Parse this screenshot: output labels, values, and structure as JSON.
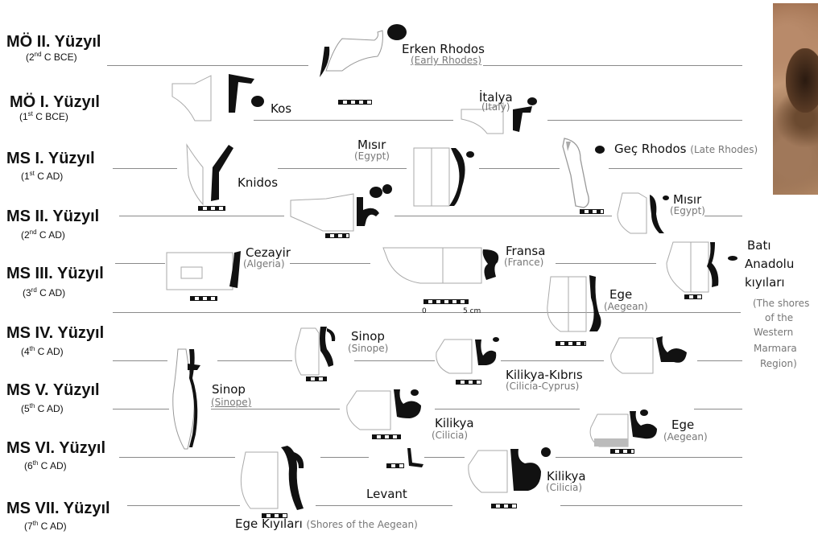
{
  "periods": [
    {
      "name": "MÖ II. Yüzyıl",
      "sub_pre": "(2",
      "sub_sup": "nd",
      "sub_post": " C BCE)"
    },
    {
      "name": "MÖ I. Yüzyıl",
      "sub_pre": "(1",
      "sub_sup": "st",
      "sub_post": " C BCE)"
    },
    {
      "name": "MS I. Yüzyıl",
      "sub_pre": "(1",
      "sub_sup": "st",
      "sub_post": " C AD)"
    },
    {
      "name": "MS II. Yüzyıl",
      "sub_pre": "(2",
      "sub_sup": "nd",
      "sub_post": " C AD)"
    },
    {
      "name": "MS III. Yüzyıl",
      "sub_pre": "(3",
      "sub_sup": "rd",
      "sub_post": " C AD)"
    },
    {
      "name": "MS IV. Yüzyıl",
      "sub_pre": "(4",
      "sub_sup": "th",
      "sub_post": " C AD)"
    },
    {
      "name": "MS V. Yüzyıl",
      "sub_pre": "(5",
      "sub_sup": "th",
      "sub_post": " C AD)"
    },
    {
      "name": "MS VI. Yüzyıl",
      "sub_pre": "(6",
      "sub_sup": "th",
      "sub_post": " C AD)"
    },
    {
      "name": "MS VII. Yüzyıl",
      "sub_pre": "(7",
      "sub_sup": "th",
      "sub_post": " C AD)"
    }
  ],
  "labels": {
    "early_rhodes": "Erken Rhodos",
    "early_rhodes_en": "(Early Rhodes)",
    "kos": "Kos",
    "italy": "İtalya",
    "italy_en": "(Italy)",
    "egypt1": "Mısır",
    "egypt1_en": "(Egypt)",
    "late_rhodes": "Geç Rhodos",
    "late_rhodes_en": "(Late Rhodes)",
    "knidos": "Knidos",
    "egypt2": "Mısır",
    "egypt2_en": "(Egypt)",
    "algeria": "Cezayir",
    "algeria_en": "(Algeria)",
    "france": "Fransa",
    "france_en": "(France)",
    "anatolia_1": "Batı",
    "anatolia_2": "Anadolu",
    "anatolia_3": "kıyıları",
    "anatolia_en_1": "(The shores",
    "anatolia_en_2": "of the",
    "anatolia_en_3": "Western",
    "anatolia_en_4": "Marmara",
    "anatolia_en_5": "Region)",
    "aegean1": "Ege",
    "aegean1_en": "(Aegean)",
    "sinope1": "Sinop",
    "sinope1_en": "(Sinope)",
    "cilicia_cyprus": "Kilikya-Kıbrıs",
    "cilicia_cyprus_en": "(Cilicia-Cyprus)",
    "sinope2": "Sinop",
    "sinope2_en": "(Sinope)",
    "cilicia1": "Kilikya",
    "cilicia1_en": "(Cilicia)",
    "aegean2": "Ege",
    "aegean2_en": "(Aegean)",
    "levant": "Levant",
    "cilicia2": "Kilikya",
    "cilicia2_en": "(Cilicia)",
    "aegean_shores": "Ege Kıyıları",
    "aegean_shores_en": "(Shores of the Aegean)",
    "scale_0": "0",
    "scale_5": "5 cm"
  }
}
